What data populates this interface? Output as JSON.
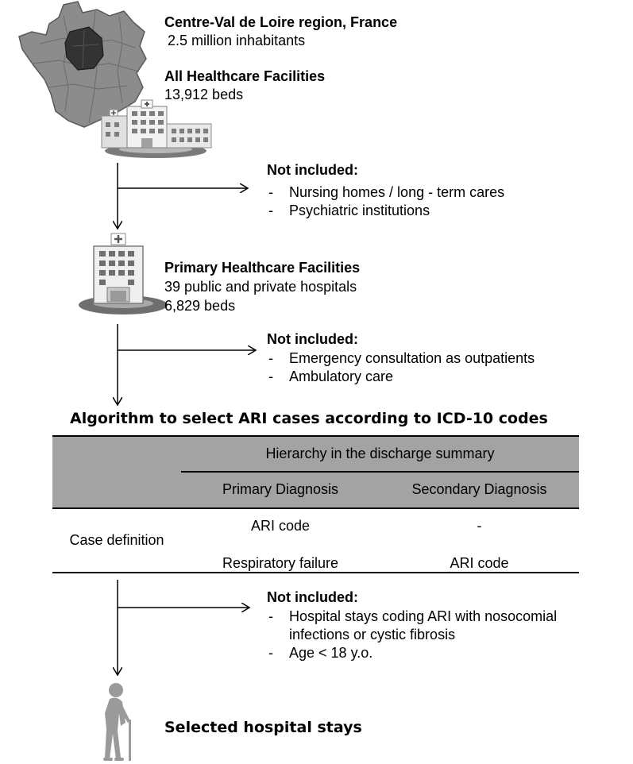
{
  "region": {
    "title": "Centre-Val de Loire region, France",
    "population": "2.5 million inhabitants"
  },
  "all_facilities": {
    "title": "All Healthcare Facilities",
    "beds": "13,912 beds"
  },
  "exclusion1": {
    "title": "Not included:",
    "items": [
      "Nursing homes / long - term cares",
      "Psychiatric institutions"
    ]
  },
  "primary_facilities": {
    "title": "Primary Healthcare Facilities",
    "hospitals": "39 public and private hospitals",
    "beds": "6,829 beds"
  },
  "exclusion2": {
    "title": "Not included:",
    "items": [
      "Emergency consultation as outpatients",
      "Ambulatory care"
    ]
  },
  "algorithm": {
    "title": "Algorithm to select ARI cases according to ICD-10 codes",
    "table": {
      "group_header": "Hierarchy in the discharge summary",
      "col_primary": "Primary Diagnosis",
      "col_secondary": "Secondary Diagnosis",
      "row_label": "Case definition",
      "rows": [
        {
          "primary": "ARI code",
          "secondary": "-"
        },
        {
          "primary": "Respiratory failure",
          "secondary": "ARI code"
        }
      ]
    }
  },
  "exclusion3": {
    "title": "Not included:",
    "items": [
      "Hospital stays coding ARI with nosocomial",
      "infections or cystic fibrosis",
      "Age < 18 y.o."
    ]
  },
  "result": {
    "title": "Selected hospital stays"
  }
}
